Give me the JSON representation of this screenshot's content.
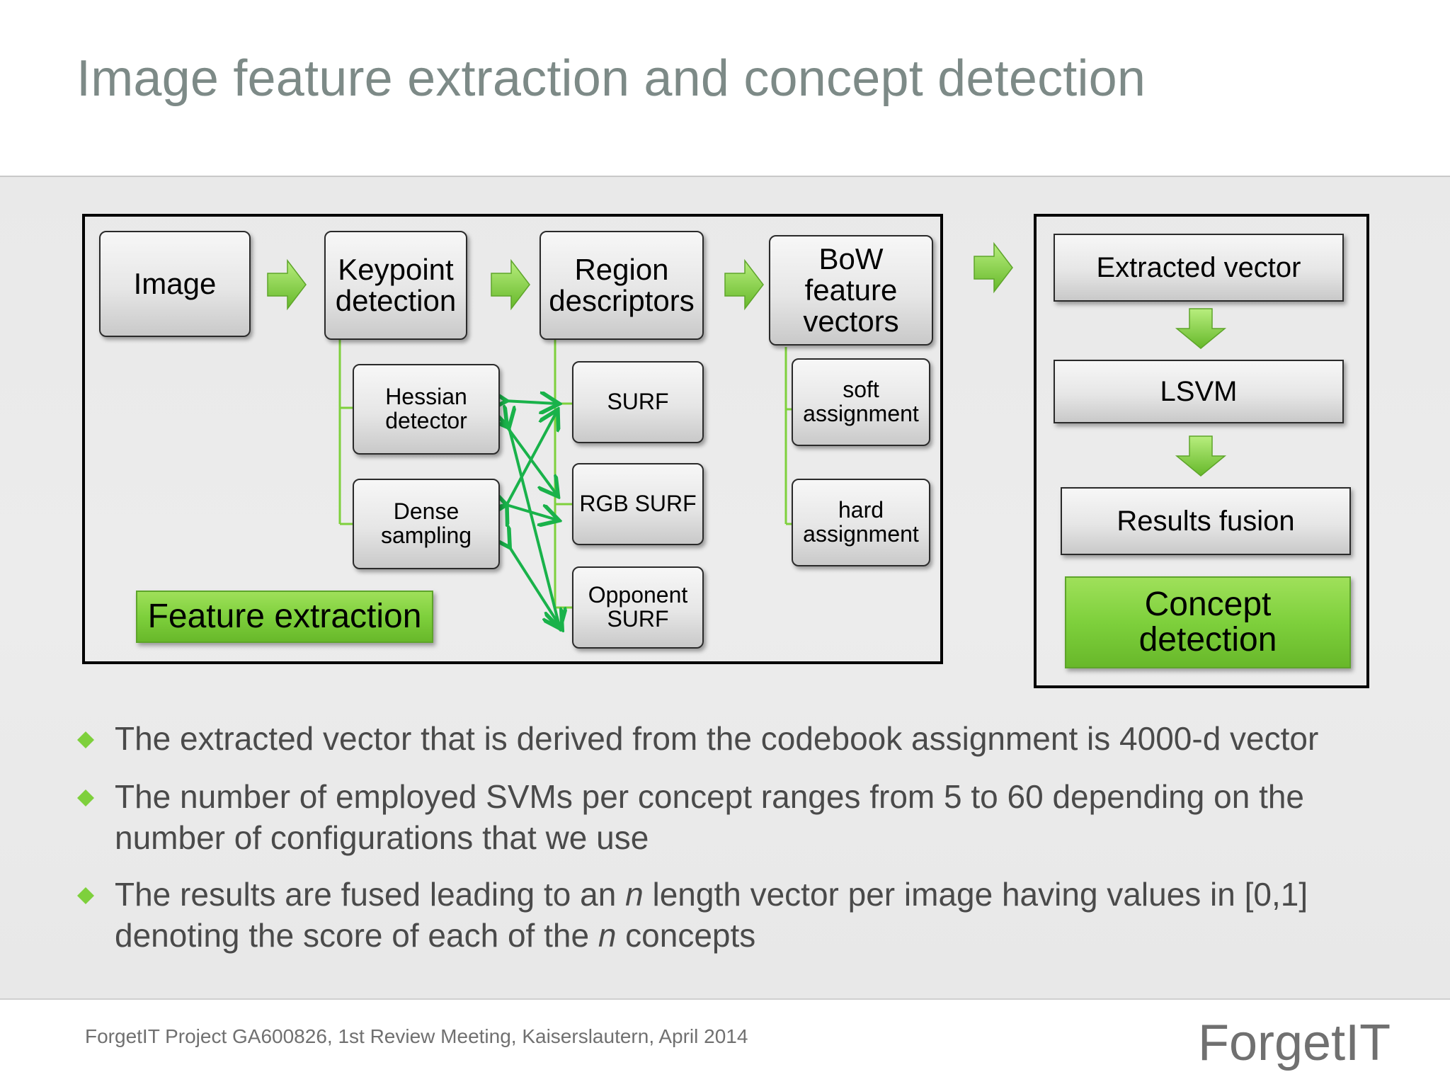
{
  "slide": {
    "title": "Image feature extraction and concept detection",
    "footer": "ForgetIT Project GA600826, 1st Review Meeting, Kaiserslautern, April 2014",
    "logo_text": "ForgetIT"
  },
  "pipeline": {
    "image": "Image",
    "keypoint": "Keypoint detection",
    "region": "Region descriptors",
    "bow": "BoW feature vectors",
    "hessian": "Hessian detector",
    "dense": "Dense sampling",
    "surf": "SURF",
    "rgb_surf": "RGB SURF",
    "opponent_surf": "Opponent SURF",
    "soft": "soft assignment",
    "hard": "hard assignment",
    "feature_label": "Feature extraction"
  },
  "detection": {
    "extracted": "Extracted vector",
    "lsvm": "LSVM",
    "fusion": "Results fusion",
    "concept": "Concept detection"
  },
  "bullets": [
    "The extracted vector that is derived from the codebook assignment is 4000-d vector",
    "The number of employed SVMs per concept ranges from 5 to 60 depending on the number of configurations that we use",
    {
      "a": "The results are fused leading to an ",
      "n1": "n",
      "b": " length vector per image having values in [0,1] denoting the score of each of the ",
      "n2": "n",
      "c": " concepts"
    }
  ],
  "colors": {
    "accent_green": "#7ed03c",
    "title_gray": "#7d8a87",
    "text_gray": "#4a4a4a"
  }
}
